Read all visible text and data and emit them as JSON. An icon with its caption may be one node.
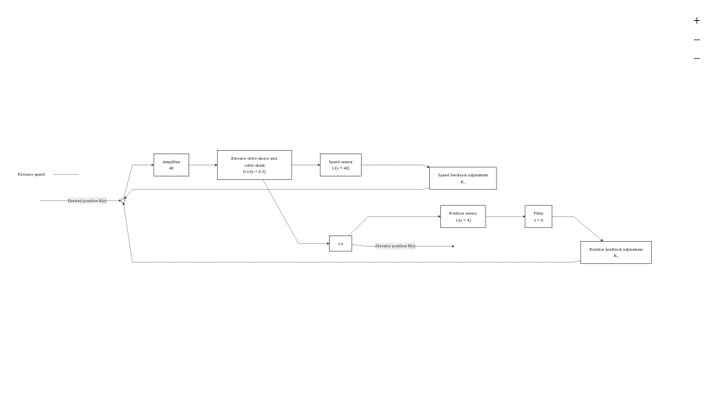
{
  "diagram": {
    "nodes": [
      {
        "text": [],
        "shape": "circle"
      },
      {
        "text": [
          "Amplifier",
          "40"
        ]
      },
      {
        "text": [
          "Elevator drive motor and cable drum",
          "0.1/(s + 0.3)"
        ]
      },
      {
        "text": [
          "1/s"
        ]
      },
      {
        "text": [
          "Speed sensor",
          "1/(s + 40)"
        ]
      },
      {
        "text": [
          "Speed feedback adjustment",
          "K₁"
        ]
      },
      {
        "text": [
          "Position sensor",
          "1/(s + 4)"
        ]
      },
      {
        "text": [
          "Filter",
          "s + 6"
        ]
      },
      {
        "text": [
          "Position feedback adjustment",
          "K₂"
        ]
      },
      {
        "text": [
          "Elevator speed"
        ]
      }
    ],
    "edges": [
      {
        "from": null,
        "to": 0,
        "arrow": "to",
        "label": "Desired position R(s)"
      },
      {
        "from": 0,
        "to": 1,
        "arrow": "to"
      },
      {
        "from": 1,
        "to": 2,
        "arrow": "to"
      },
      {
        "from": 2,
        "to": 3,
        "arrow": "to"
      },
      {
        "from": 2,
        "to": 4,
        "arrow": "to"
      },
      {
        "from": 4,
        "to": 5,
        "arrow": "to"
      },
      {
        "from": 5,
        "to": 0,
        "arrow": "to"
      },
      {
        "from": 3,
        "to": null,
        "arrow": "to",
        "label": "Elevator position P(s)"
      },
      {
        "from": 3,
        "to": 6,
        "arrow": "to"
      },
      {
        "from": 6,
        "to": 7,
        "arrow": "to"
      },
      {
        "from": 7,
        "to": 8,
        "arrow": "to"
      },
      {
        "from": 8,
        "to": 0,
        "arrow": "to"
      },
      {
        "from": 9,
        "to": null,
        "arrow": "none"
      }
    ],
    "labels": [
      "+",
      "−",
      "−"
    ]
  }
}
